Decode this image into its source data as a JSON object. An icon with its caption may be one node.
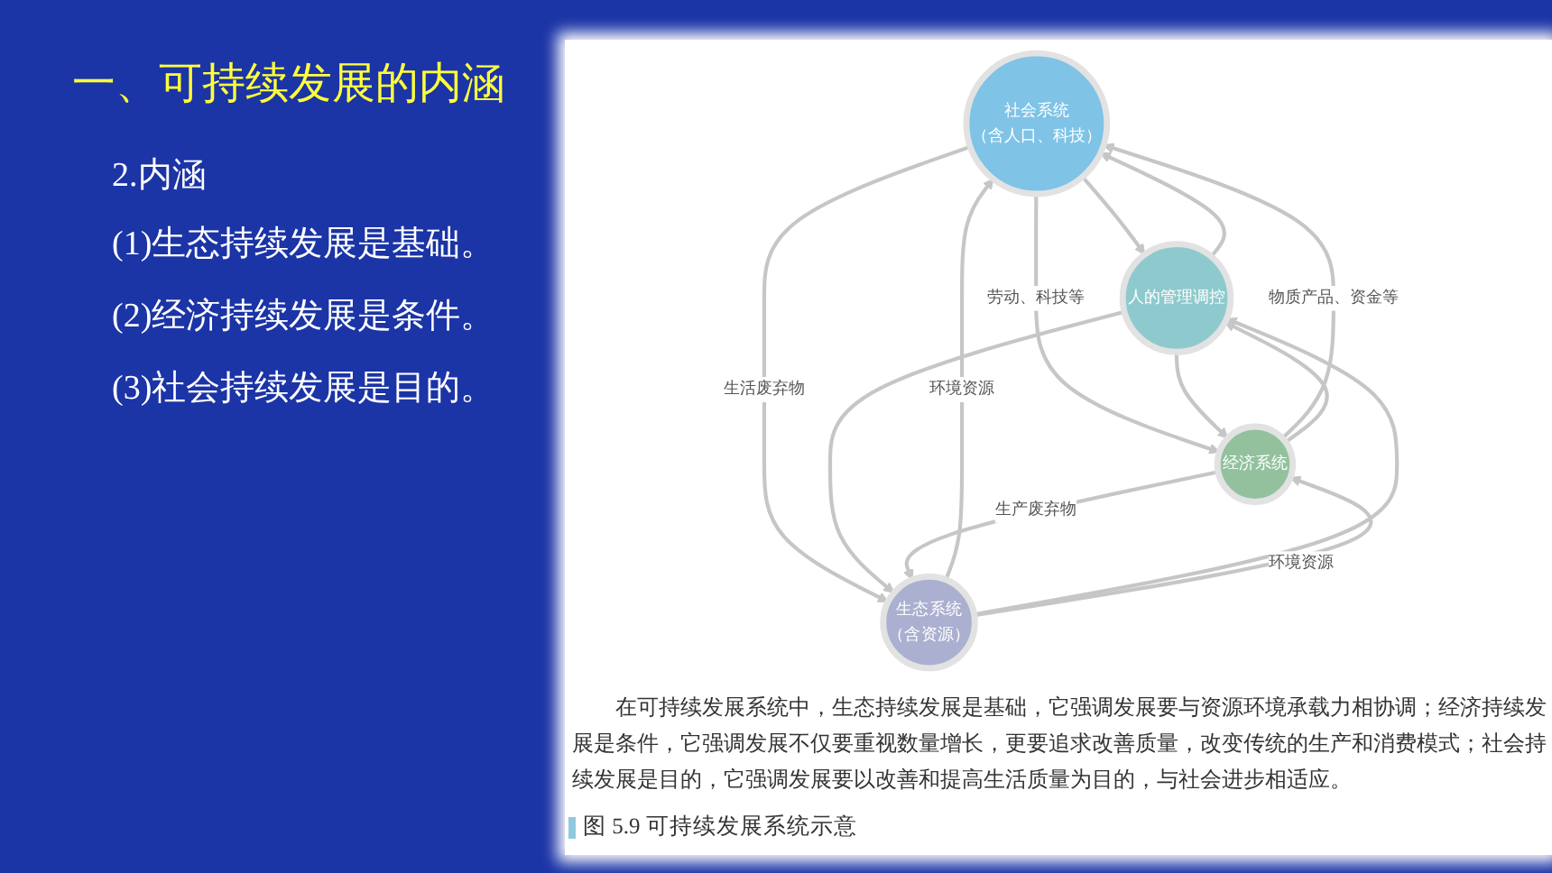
{
  "diagram": {
    "title": "一、可持续发展的内涵",
    "caption": "图 5.9 可持续发展系统示意",
    "nodes": [
      {
        "text": [
          "社会系统",
          "（含人口、科技）"
        ]
      },
      {
        "text": [
          "人的管理调控"
        ]
      },
      {
        "text": [
          "经济系统"
        ]
      },
      {
        "text": [
          "生态系统",
          "（含资源）"
        ]
      }
    ],
    "edges": [
      {
        "from": 0,
        "to": 1,
        "arrow": "to"
      },
      {
        "from": 1,
        "to": 0,
        "arrow": "to"
      },
      {
        "from": 0,
        "to": 2,
        "arrow": "to",
        "label": "劳动、科技等"
      },
      {
        "from": 2,
        "to": 0,
        "arrow": "to",
        "label": "物质产品、资金等"
      },
      {
        "from": 0,
        "to": 3,
        "arrow": "to",
        "label": "生活废弃物"
      },
      {
        "from": 3,
        "to": 0,
        "arrow": "to",
        "label": "环境资源"
      },
      {
        "from": 1,
        "to": 2,
        "arrow": "to"
      },
      {
        "from": 2,
        "to": 1,
        "arrow": "to"
      },
      {
        "from": 1,
        "to": 3,
        "arrow": "to"
      },
      {
        "from": 3,
        "to": 1,
        "arrow": "to"
      },
      {
        "from": 2,
        "to": 3,
        "arrow": "to",
        "label": "生产废弃物"
      },
      {
        "from": 3,
        "to": 2,
        "arrow": "to",
        "label": "环境资源"
      }
    ],
    "labels": [
      "2.内涵",
      "(1)生态持续发展是基础。",
      "(2)经济持续发展是条件。",
      "(3)社会持续发展是目的。",
      "在可持续发展系统中，生态持续发展是基础，它强调发展要与资源环境承载力相协调；经济持续发展是条件，它强调发展不仅要重视数量增长，更要追求改善质量，改变传统的生产和消费模式；社会持续发展是目的，它强调发展要以改善和提高生活质量为目的，与社会进步相适应。"
    ]
  }
}
